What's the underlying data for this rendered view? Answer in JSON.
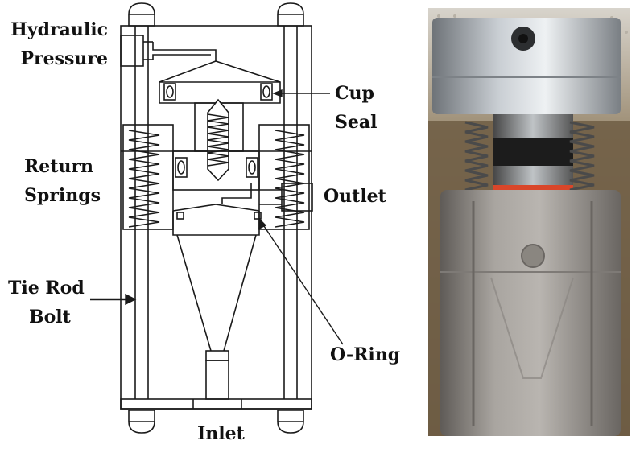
{
  "labels": {
    "hydraulic_line1": "Hydraulic",
    "hydraulic_line2": "Pressure",
    "cup_line1": "Cup",
    "cup_line2": "Seal",
    "return_line1": "Return",
    "return_line2": "Springs",
    "outlet": "Outlet",
    "tierod_line1": "Tie Rod",
    "tierod_line2": "Bolt",
    "oring": "O-Ring",
    "inlet": "Inlet"
  },
  "colors": {
    "line": "#1a1a1a",
    "label": "#111111",
    "metal_cap": "#9ea3a8",
    "spring": "#5a5a5a",
    "acrylic_body": "#8f8c88",
    "oring": "#d9462a",
    "shop_background": "#7a6a55"
  }
}
